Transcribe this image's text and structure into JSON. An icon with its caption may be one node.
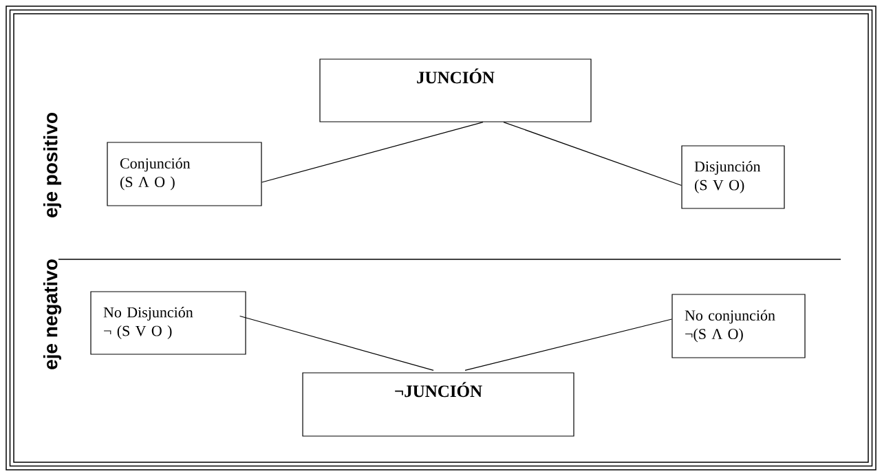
{
  "diagram": {
    "nodes": [
      {
        "text": [
          "JUNCIÓN"
        ]
      },
      {
        "text": [
          "Conjunción",
          "(S Λ O )"
        ]
      },
      {
        "text": [
          "Disjunción",
          "(S V O)"
        ]
      },
      {
        "text": [
          "No Disjunción",
          "¬ (S V O )"
        ]
      },
      {
        "text": [
          "No conjunción",
          "¬(S Λ O)"
        ]
      },
      {
        "text": [
          "¬JUNCIÓN"
        ]
      }
    ],
    "edges": [
      {
        "from": 0,
        "to": 1,
        "arrow": "none"
      },
      {
        "from": 0,
        "to": 2,
        "arrow": "none"
      },
      {
        "from": 3,
        "to": 5,
        "arrow": "none"
      },
      {
        "from": 4,
        "to": 5,
        "arrow": "none"
      }
    ],
    "labels": [
      "eje positivo",
      "eje negativo"
    ]
  }
}
